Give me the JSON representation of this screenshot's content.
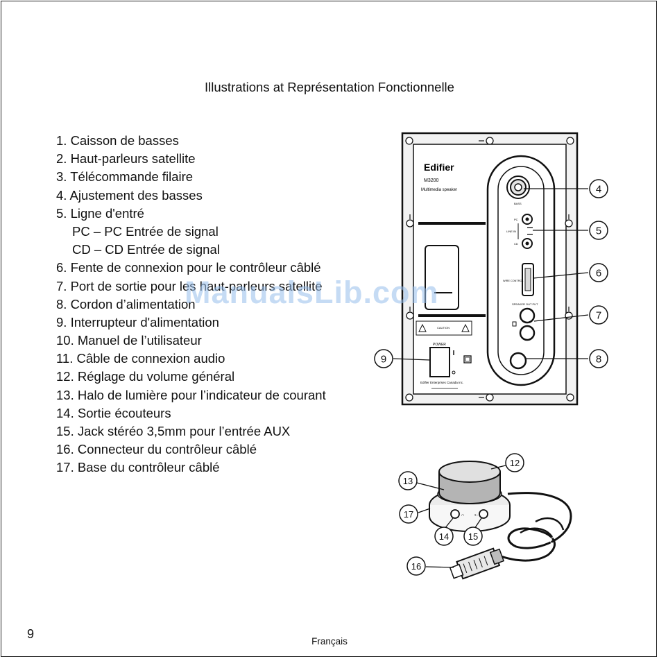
{
  "page": {
    "title": "Illustrations at Représentation Fonctionnelle",
    "page_number": "9",
    "footer_language": "Français",
    "watermark": "ManualsLib.com"
  },
  "parts_list": [
    {
      "text": "1. Caisson de basses",
      "sub": false
    },
    {
      "text": "2. Haut-parleurs satellite",
      "sub": false
    },
    {
      "text": "3. Télécommande filaire",
      "sub": false
    },
    {
      "text": "4. Ajustement des basses",
      "sub": false
    },
    {
      "text": "5. Ligne d'entré",
      "sub": false
    },
    {
      "text": "PC – PC Entrée de signal",
      "sub": true
    },
    {
      "text": "CD – CD Entrée de signal",
      "sub": true
    },
    {
      "text": "6. Fente de connexion pour le contrôleur câblé",
      "sub": false
    },
    {
      "text": "7. Port de sortie pour les haut-parleurs satellite",
      "sub": false
    },
    {
      "text": "8. Cordon d’alimentation",
      "sub": false
    },
    {
      "text": "9. Interrupteur d'alimentation",
      "sub": false
    },
    {
      "text": "10. Manuel de l’utilisateur",
      "sub": false
    },
    {
      "text": "11. Câble de connexion audio",
      "sub": false
    },
    {
      "text": "12. Réglage du volume général",
      "sub": false
    },
    {
      "text": "13. Halo de lumière pour l’indicateur de courant",
      "sub": false
    },
    {
      "text": "14. Sortie écouteurs",
      "sub": false
    },
    {
      "text": "15. Jack stéréo 3,5mm pour l’entrée AUX",
      "sub": false
    },
    {
      "text": "16. Connecteur du contrôleur câblé",
      "sub": false
    },
    {
      "text": "17. Base du contrôleur câblé",
      "sub": false
    }
  ],
  "panel": {
    "brand": "Edifier",
    "model": "M3200",
    "subtitle": "Multimedia speaker",
    "bass_label": "BASS",
    "line_in_label": "LINE IN",
    "pc_label": "PC",
    "cd_label": "CD",
    "wire_control_label": "WIRE CONTROL",
    "speaker_out_label": "SPEAKER OUT PUT",
    "power_label": "POWER",
    "caution_label": "CAUTION",
    "footer_label": "Edifier Enterprises Canada Inc."
  },
  "callouts": {
    "c4": "4",
    "c5": "5",
    "c6": "6",
    "c7": "7",
    "c8": "8",
    "c9": "9",
    "c12": "12",
    "c13": "13",
    "c14": "14",
    "c15": "15",
    "c16": "16",
    "c17": "17"
  }
}
